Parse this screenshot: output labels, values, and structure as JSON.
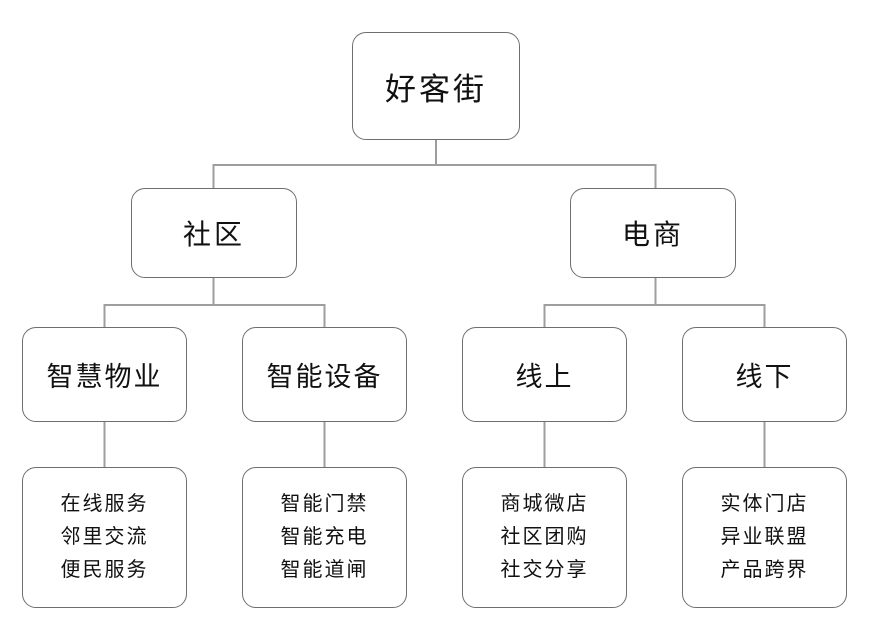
{
  "diagram": {
    "title_node": {
      "label": "好客街"
    },
    "level2": [
      {
        "label": "社区"
      },
      {
        "label": "电商"
      }
    ],
    "level3": [
      {
        "label": "智慧物业"
      },
      {
        "label": "智能设备"
      },
      {
        "label": "线上"
      },
      {
        "label": "线下"
      }
    ],
    "leaves": [
      {
        "items": [
          "在线服务",
          "邻里交流",
          "便民服务"
        ]
      },
      {
        "items": [
          "智能门禁",
          "智能充电",
          "智能道闸"
        ]
      },
      {
        "items": [
          "商城微店",
          "社区团购",
          "社交分享"
        ]
      },
      {
        "items": [
          "实体门店",
          "异业联盟",
          "产品跨界"
        ]
      }
    ],
    "colors": {
      "background": "#ffffff",
      "box_border": "#6f6f6f",
      "connector": "#9e9e9e",
      "text": "#111111"
    }
  }
}
